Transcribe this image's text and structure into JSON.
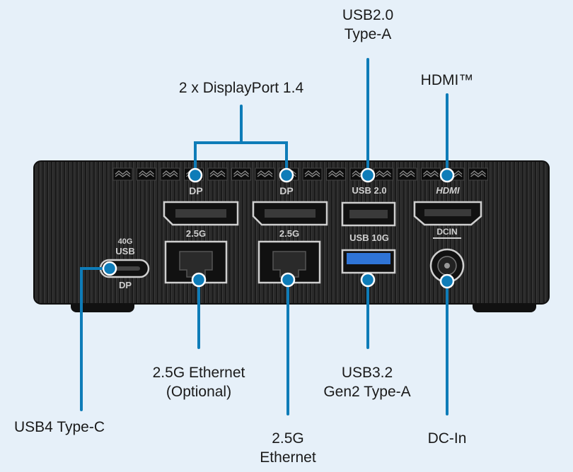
{
  "callouts": {
    "displayport": "2 x DisplayPort 1.4",
    "usb20": [
      "USB2.0",
      "Type-A"
    ],
    "hdmi": "HDMI™",
    "usb4": "USB4 Type-C",
    "eth_optional": [
      "2.5G Ethernet",
      "(Optional)"
    ],
    "eth": [
      "2.5G",
      "Ethernet"
    ],
    "usb32": [
      "USB3.2",
      "Gen2 Type-A"
    ],
    "dcin": "DC-In"
  },
  "silkscreen": {
    "dp_left": "DP",
    "dp_right": "DP",
    "usb20": "USB 2.0",
    "hdmi": "HDMI",
    "eth_left": "2.5G",
    "eth_right": "2.5G",
    "usb10g": "USB 10G",
    "dcin": "DCIN",
    "usb4_speed": "40G",
    "usb4_usb": "USB",
    "usb4_dp": "DP"
  },
  "colors": {
    "accent": "#0e7cb8",
    "chassis": "#262626",
    "usb3_port": "#2f74d6",
    "background": "#e6f0f9"
  }
}
